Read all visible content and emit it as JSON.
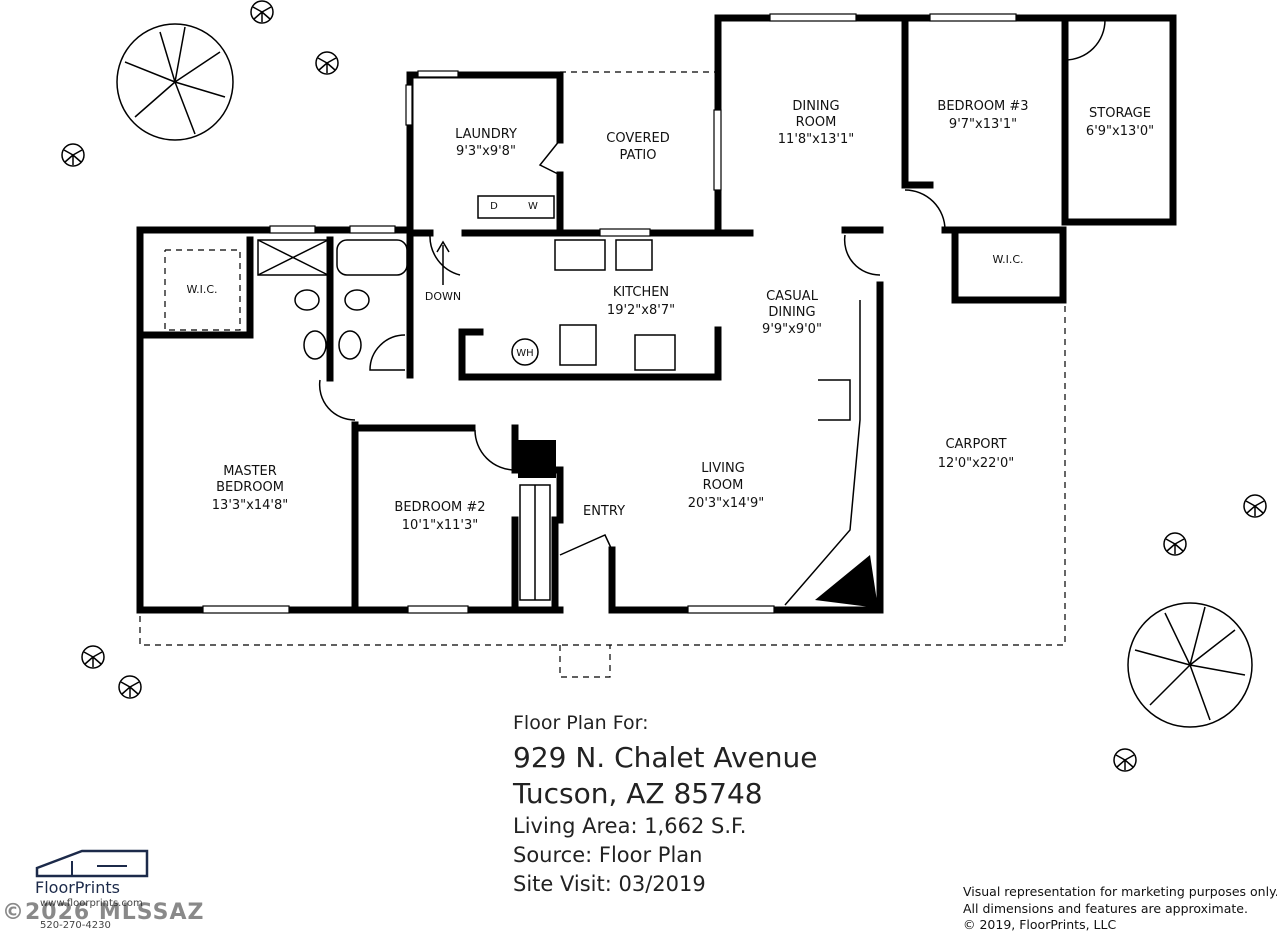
{
  "rooms": {
    "laundry": {
      "name": "LAUNDRY",
      "dim": "9'3\"x9'8\""
    },
    "covered_patio": {
      "name1": "COVERED",
      "name2": "PATIO"
    },
    "dining_room": {
      "name1": "DINING",
      "name2": "ROOM",
      "dim": "11'8\"x13'1\""
    },
    "bedroom3": {
      "name": "BEDROOM #3",
      "dim": "9'7\"x13'1\""
    },
    "storage": {
      "name": "STORAGE",
      "dim": "6'9\"x13'0\""
    },
    "wic_master": {
      "name": "W.I.C."
    },
    "wic_bed3": {
      "name": "W.I.C."
    },
    "kitchen": {
      "name": "KITCHEN",
      "dim": "19'2\"x8'7\""
    },
    "casual_dining": {
      "name1": "CASUAL",
      "name2": "DINING",
      "dim": "9'9\"x9'0\""
    },
    "master_bedroom": {
      "name1": "MASTER",
      "name2": "BEDROOM",
      "dim": "13'3\"x14'8\""
    },
    "bedroom2": {
      "name": "BEDROOM #2",
      "dim": "10'1\"x11'3\""
    },
    "living_room": {
      "name1": "LIVING",
      "name2": "ROOM",
      "dim": "20'3\"x14'9\""
    },
    "carport": {
      "name": "CARPORT",
      "dim": "12'0\"x22'0\""
    },
    "entry": {
      "name": "ENTRY"
    }
  },
  "fixtures": {
    "dryer": "D",
    "washer": "W",
    "water_heater": "WH",
    "stairs": "DOWN"
  },
  "info": {
    "label": "Floor Plan For:",
    "address1": "929 N. Chalet Avenue",
    "address2": "Tucson, AZ  85748",
    "living_area": "Living Area:  1,662 S.F.",
    "source": "Source:  Floor Plan",
    "site_visit": "Site Visit:  03/2019"
  },
  "disclaimer": {
    "line1": "Visual representation for marketing purposes only.",
    "line2": "All dimensions and features are approximate.",
    "line3": "© 2019, FloorPrints, LLC"
  },
  "logo": {
    "name": "FloorPrints",
    "website": "www.floorprints.com",
    "phone": "520-270-4230"
  },
  "watermark": "©2026 MLSSAZ",
  "colors": {
    "wall": "#000000",
    "logo": "#1c2a4a",
    "background": "#ffffff"
  }
}
